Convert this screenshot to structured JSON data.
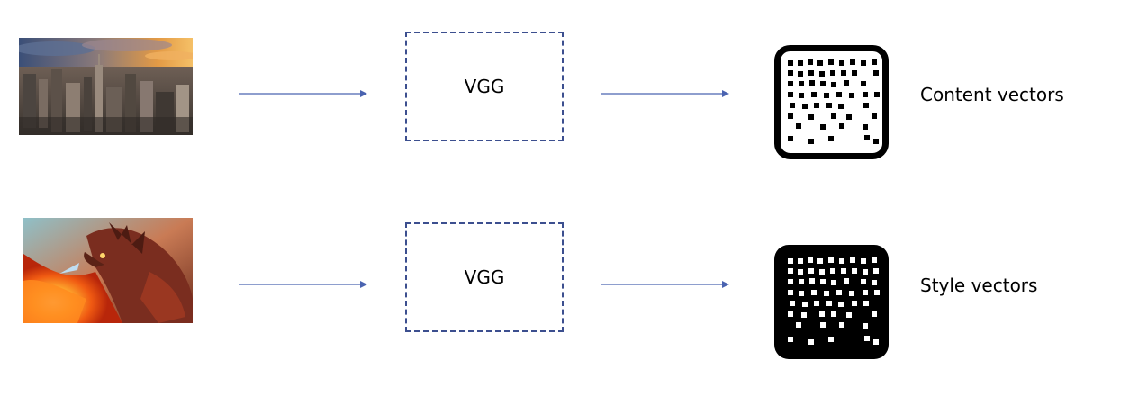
{
  "rows": [
    {
      "image": "city-skyline-photo",
      "model_label": "VGG",
      "output_label": "Content vectors",
      "output_icon": "content-vector-grid-icon"
    },
    {
      "image": "fire-dragon-painting",
      "model_label": "VGG",
      "output_label": "Style vectors",
      "output_icon": "style-vector-grid-icon"
    }
  ],
  "colors": {
    "arrow": "#4a63b0",
    "box_border": "#3c4f8f",
    "icon": "#000000"
  }
}
